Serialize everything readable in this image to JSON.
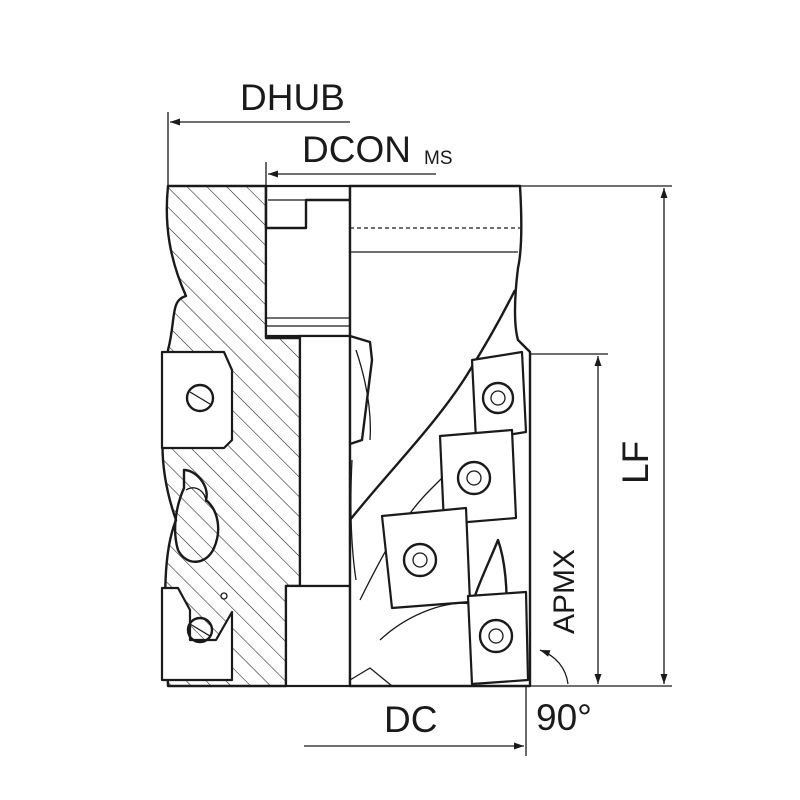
{
  "dimensions": {
    "dhub": "DHUB",
    "dcon_main": "DCON",
    "dcon_sub": "MS",
    "lf": "LF",
    "apmx": "APMX",
    "dc": "DC",
    "angle": "90°"
  },
  "colors": {
    "line": "#1a1a1a",
    "background": "#ffffff"
  }
}
